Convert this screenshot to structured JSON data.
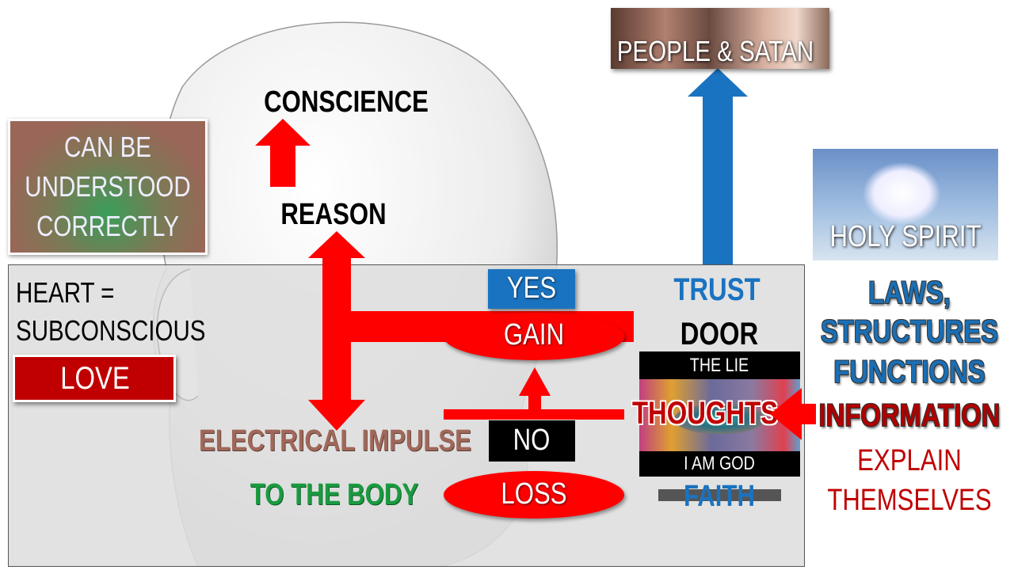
{
  "labels": {
    "conscience": "CONSCIENCE",
    "reason": "REASON",
    "can_be_understood": [
      "CAN BE",
      "UNDERSTOOD",
      "CORRECTLY"
    ],
    "heart": [
      "HEART =",
      "SUBCONSCIOUS"
    ],
    "love": "LOVE",
    "yes": "YES",
    "gain": "GAIN",
    "no": "NO",
    "loss": "LOSS",
    "electrical_impulse": "ELECTRICAL IMPULSE",
    "to_the_body": "TO THE BODY",
    "trust": "TRUST",
    "door": "DOOR",
    "the_lie": "THE LIE",
    "thoughts": "THOUGHTS",
    "i_am_god": "I AM GOD",
    "faith": "FAITH",
    "people_satan": "PEOPLE & SATAN",
    "holy_spirit": "HOLY SPIRIT",
    "laws": [
      "LAWS,",
      "STRUCTURES",
      "FUNCTIONS"
    ],
    "information": "INFORMATION",
    "explain": [
      "EXPLAIN",
      "THEMSELVES"
    ]
  },
  "colors": {
    "red": "#ff0000",
    "blue": "#1a73c0",
    "dark_red": "#c00000",
    "green": "#1a9a40",
    "brown": "#a0685a"
  }
}
